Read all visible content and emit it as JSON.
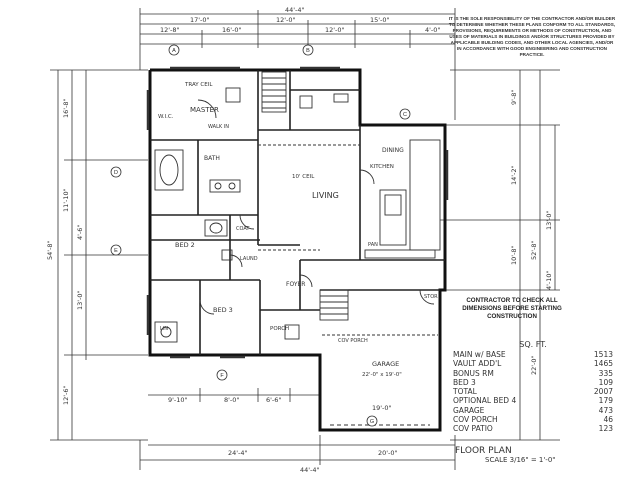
{
  "notes": {
    "responsibility": "IT IS THE SOLE RESPONSIBILITY OF THE CONTRACTOR AND/OR BUILDER TO DETERMINE WHETHER THESE PLANS CONFORM TO ALL STANDARDS, PROVISIONS, REQUIREMENTS OR METHODS OF CONSTRUCTION, AND USES OF MATERIALS IN BUILDINGS AND/OR STRUCTURES PROVIDED BY APPLICABLE BUILDING CODES, AND OTHER LOCAL AGENCIES, AND/OR IN ACCORDANCE WITH GOOD ENGINEERING AND CONSTRUCTION PRACTICE.",
    "contractor": "CONTRACTOR TO CHECK ALL DIMENSIONS BEFORE STARTING CONSTRUCTION"
  },
  "areas": {
    "header": "SQ. FT.",
    "rows": [
      {
        "label": "MAIN w/ BASE",
        "value": "1513"
      },
      {
        "label": "VAULT ADD'L",
        "value": "1465"
      },
      {
        "label": "BONUS RM",
        "value": "335"
      },
      {
        "label": "BED 3",
        "value": "109"
      },
      {
        "label": "TOTAL",
        "value": "2007"
      },
      {
        "label": "OPTIONAL BED 4",
        "value": "179"
      },
      {
        "label": "GARAGE",
        "value": "473"
      },
      {
        "label": "COV PORCH",
        "value": "46"
      },
      {
        "label": "COV PATIO",
        "value": "123"
      }
    ]
  },
  "title": {
    "name": "FLOOR PLAN",
    "scale": "SCALE 3/16\" = 1'-0\""
  },
  "dimensions": {
    "top_overall": "44'-4\"",
    "top_left": "17'-0\"",
    "top_mid": "12'-0\"",
    "top_right": "15'-0\"",
    "top_sub_a": "12'-8\"",
    "top_sub_b": "16'-0\"",
    "top_sub_c": "12'-0\"",
    "top_sub_d": "4'-0\"",
    "left_overall": "54'-8\"",
    "left_a": "16'-8\"",
    "left_b": "11'-10\"",
    "left_c": "13'-0\"",
    "left_d": "12'-6\"",
    "left_e": "4'-6\"",
    "right_overall": "52'-8\"",
    "right_a": "9'-8\"",
    "right_b": "14'-2\"",
    "right_c": "10'-8\"",
    "right_d": "13'-0\"",
    "right_e": "4'-10\"",
    "right_f": "22'-0\"",
    "bottom_overall": "44'-4\"",
    "bottom_a": "24'-4\"",
    "bottom_b": "20'-0\"",
    "bottom_sub_a": "9'-10\"",
    "bottom_sub_b": "8'-0\"",
    "bottom_sub_c": "6'-6\"",
    "bottom_sub_d": "19'-0\""
  },
  "rooms": {
    "master": "MASTER",
    "master_ceil": "TRAY CEIL",
    "wic": "W.I.C.",
    "bath": "BATH",
    "living": "LIVING",
    "living_ceil": "10' CEIL",
    "dining": "DINING",
    "kitchen": "KITCHEN",
    "bed2": "BED 2",
    "bed3": "BED 3",
    "laundry": "LAUND",
    "foyer": "FOYER",
    "porch": "PORCH",
    "garage": "GARAGE",
    "garage_size": "22'-0\" x 19'-0\"",
    "cov_porch": "COV PORCH",
    "walk_in": "WALK IN",
    "pantry": "PAN",
    "stor": "STOR",
    "coat": "COAT",
    "linen": "LIN"
  },
  "grid_markers": [
    "A",
    "B",
    "C",
    "D",
    "E",
    "F",
    "G"
  ]
}
